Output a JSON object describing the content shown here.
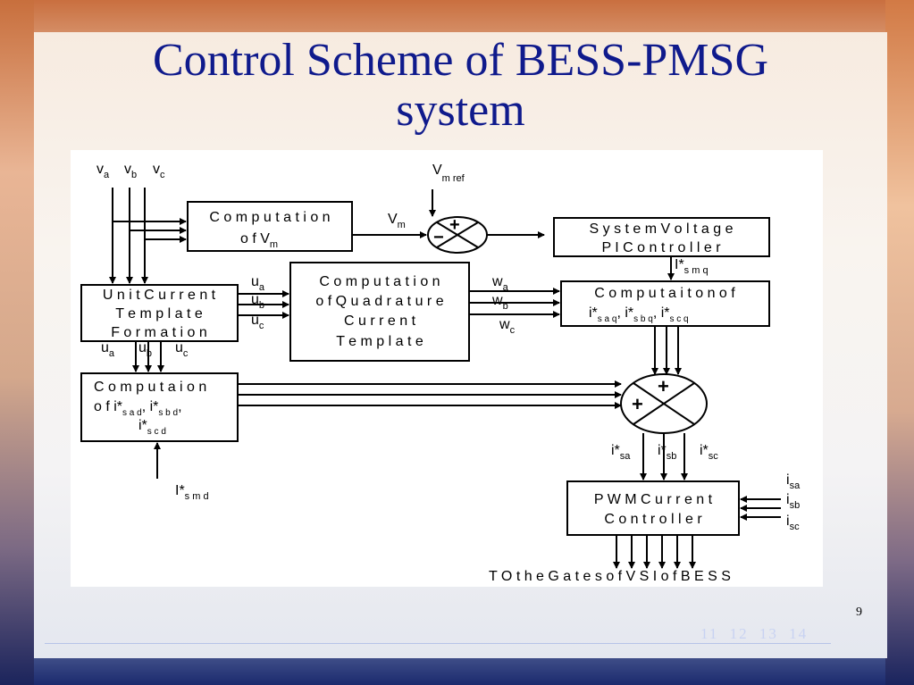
{
  "slide": {
    "title_line1": "Control Scheme of BESS-PMSG",
    "title_line2": "system",
    "page_number": "9",
    "nav_pages": [
      "11",
      "12",
      "13",
      "14"
    ]
  },
  "diagram": {
    "inputs": {
      "va": "v",
      "va_sub": "a",
      "vb": "v",
      "vb_sub": "b",
      "vc": "v",
      "vc_sub": "c",
      "vmref": "V",
      "vmref_sub": "m ref",
      "ismd": "I*",
      "ismd_sub": "s m d",
      "isa": "i",
      "isa_sub": "sa",
      "isb": "i",
      "isb_sub": "sb",
      "isc": "i",
      "isc_sub": "sc"
    },
    "blocks": {
      "comp_vm_l1": "C o m  p u t a t i o n",
      "comp_vm_l2": "o f  V",
      "comp_vm_sub": "m",
      "pi_l1": "S y s t e m   V o l t a g e",
      "pi_l2": "P I  C o n t r o l l e r",
      "uct_l1": "U n i t  C u r r e n t",
      "uct_l2": "T e m  p l a t e",
      "uct_l3": "F o r m  a t i o n",
      "cq_l1": "C o m  p u t a t i o n",
      "cq_l2": "o f  Q u a d r a t u r e",
      "cq_l3": "C u r r e n t",
      "cq_l4": "T e m  p l a t e",
      "cq2_l1": "C o m  p u t a i t o n  o f",
      "cq2_l2": "i*",
      "cq2_l2_subs": [
        "s a q",
        "s b q",
        "s c q"
      ],
      "cd_l1": "C o m  p u t a i o n",
      "cd_l2": "o f  i*",
      "cd_l2_subs": [
        "s a d",
        "s b d"
      ],
      "cd_l3": "i*",
      "cd_l3_sub": "s c d",
      "pwm_l1": "P W M   C u r r e n t",
      "pwm_l2": "C o n t r o l l e r"
    },
    "signals": {
      "vm": "V",
      "vm_sub": "m",
      "ismq": "I*",
      "ismq_sub": "s m q",
      "ua": "u",
      "ua_sub": "a",
      "ub": "u",
      "ub_sub": "b",
      "uc": "u",
      "uc_sub": "c",
      "wa": "w",
      "wa_sub": "a",
      "wb": "w",
      "wb_sub": "b",
      "wc": "w",
      "wc_sub": "c",
      "isa_ref": "i*",
      "isa_ref_sub": "sa",
      "isb_ref": "i*",
      "isb_ref_sub": "sb",
      "isc_ref": "i*",
      "isc_ref_sub": "sc",
      "plus": "+",
      "minus": "−",
      "output": "T O   t h e   G a t e s   o f  V S I  o f  B E S S"
    }
  }
}
